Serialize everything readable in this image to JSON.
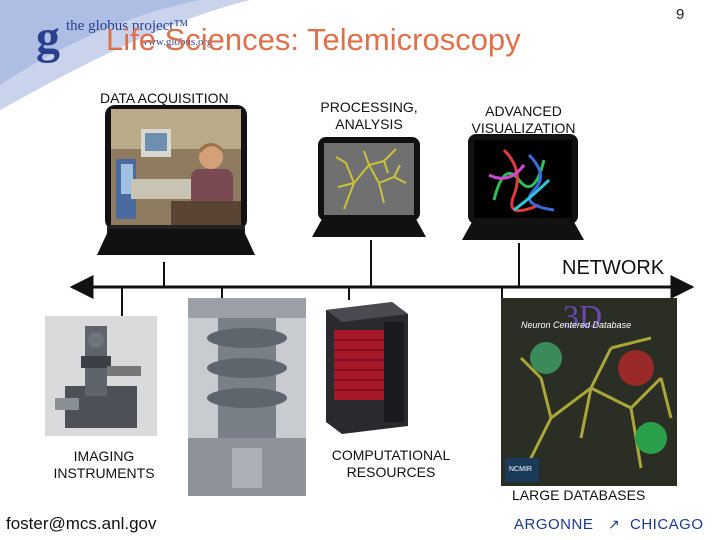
{
  "header": {
    "logo_text": "the globus project™",
    "logo_url": "www.globus.org",
    "logo_letter": "g",
    "title": "Life Sciences: Telemicroscopy",
    "page_number": "9"
  },
  "diagram": {
    "top_labels": {
      "data_acquisition": "DATA ACQUISITION",
      "processing": "PROCESSING, ANALYSIS",
      "visualization": "ADVANCED VISUALIZATION"
    },
    "network_label": "NETWORK",
    "bottom_labels": {
      "imaging": "IMAGING INSTRUMENTS",
      "computational": "COMPUTATIONAL RESOURCES",
      "databases": "LARGE DATABASES"
    },
    "poster_text": {
      "big": "3D",
      "subtitle": "Neuron Centered Database",
      "badge": "NCMIR"
    }
  },
  "footer": {
    "email": "foster@mcs.anl.gov",
    "org_left": "ARGONNE",
    "org_right": "CHICAGO"
  },
  "colors": {
    "title": "#e0704a",
    "brand_blue": "#2b3f8f",
    "network_line": "#111111"
  }
}
